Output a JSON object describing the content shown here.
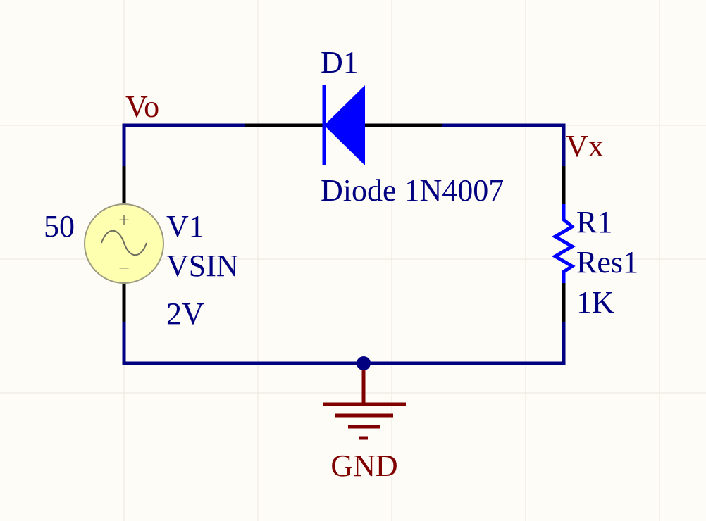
{
  "colors": {
    "background": "#fdfcf7",
    "grid": "#e9e6dc",
    "wire": "#000080",
    "pin": "#000000",
    "component": "#0000ff",
    "component_text": "#000080",
    "net_label": "#800000",
    "power": "#800000",
    "source_fill": "#ffffb0",
    "source_outline": "#9c9a80"
  },
  "icons": {
    "diode": "diode-symbol",
    "resistor": "resistor-zigzag-symbol",
    "source": "ac-voltage-source-symbol",
    "ground": "ground-symbol",
    "junction": "junction-dot"
  },
  "nets": {
    "vo": "Vo",
    "vx": "Vx",
    "gnd": "GND"
  },
  "diode": {
    "designator": "D1",
    "comment": "Diode 1N4007"
  },
  "resistor": {
    "designator": "R1",
    "comment": "Res1",
    "value": "1K"
  },
  "source": {
    "frequency": "50",
    "designator": "V1",
    "comment": "VSIN",
    "amplitude": "2V",
    "plus_sign": "+",
    "minus_sign": "−"
  }
}
